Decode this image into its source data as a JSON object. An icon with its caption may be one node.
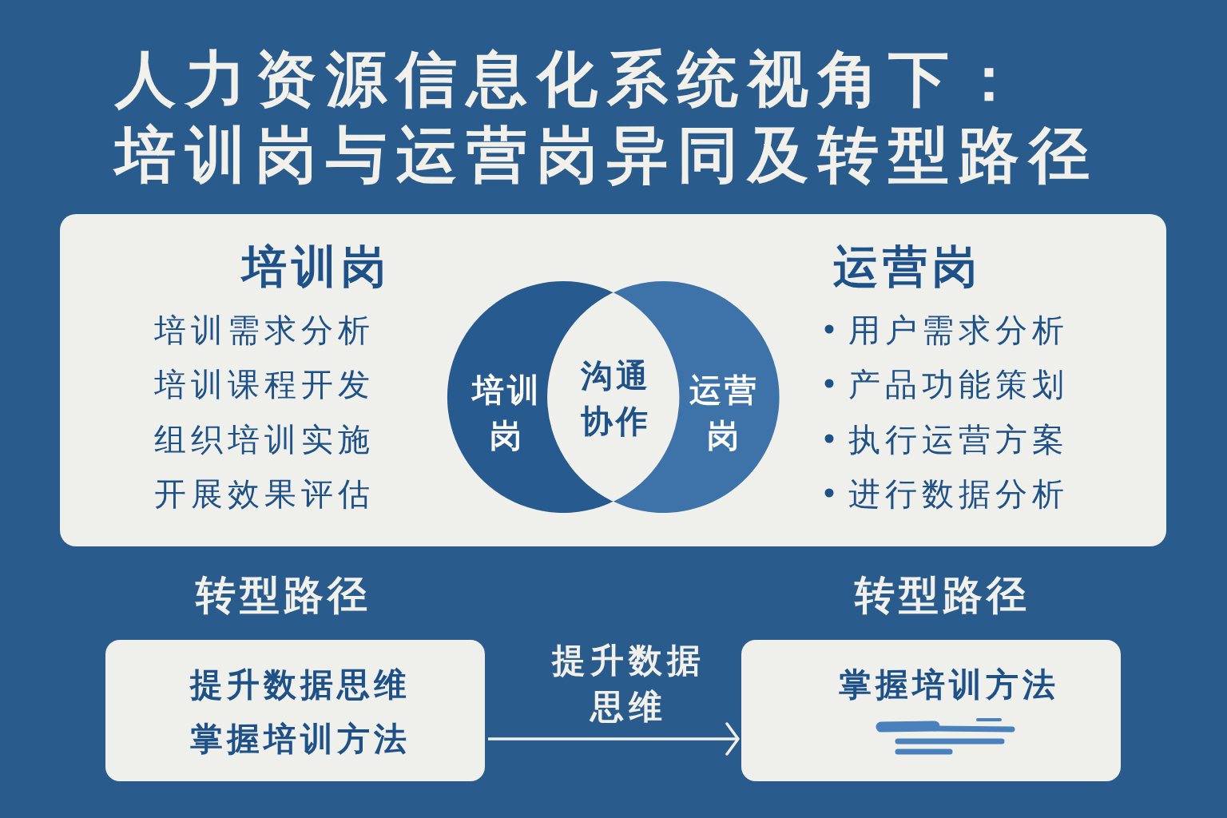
{
  "diagram": {
    "title": "人力资源信息化系统视角下：培训岗与运营岗异同及转型路径",
    "nodes": [
      {
        "text": [
          "培训岗",
          "培训需求分析",
          "培训课程开发",
          "组织培训实施",
          "开展效果评估",
          "运营岗",
          "用户需求分析",
          "产品功能策划",
          "执行运营方案",
          "进行数据分析"
        ]
      },
      {
        "text": [
          "培训岗"
        ],
        "in": 0
      },
      {
        "text": [
          "运营岗"
        ],
        "in": 0
      },
      {
        "text": [
          "沟通协作"
        ],
        "in": 0
      },
      {
        "text": [
          "转型路径",
          "提升数据思维",
          "掌握培训方法"
        ]
      },
      {
        "text": [
          "转型路径",
          "掌握培训方法"
        ]
      }
    ],
    "edges": [
      {
        "from": 4,
        "to": 5,
        "arrow": "to",
        "label": "提升数据思维"
      }
    ]
  }
}
